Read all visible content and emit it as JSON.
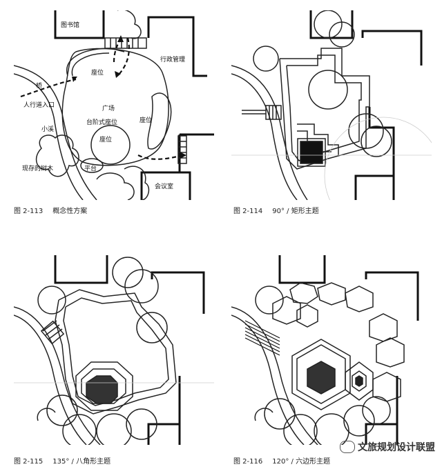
{
  "figures": [
    {
      "id": "fig-2-113",
      "number": "图 2-113",
      "title": "概念性方案",
      "labels": {
        "library": "图书馆",
        "admin": "行政管理",
        "seat_top": "座位",
        "bridge": "桥",
        "entrance": "人行道入口",
        "plaza": "广场",
        "stepped_seat": "台阶式座位",
        "seat_right": "座位",
        "creek": "小溪",
        "seat_center": "座位",
        "existing_tree": "现存的树木",
        "platform": "平台",
        "meeting": "会议室"
      }
    },
    {
      "id": "fig-2-114",
      "number": "图 2-114",
      "title": "90° / 矩形主题"
    },
    {
      "id": "fig-2-115",
      "number": "图 2-115",
      "title": "135° / 八角形主题"
    },
    {
      "id": "fig-2-116",
      "number": "图 2-116",
      "title": "120° / 六边形主题"
    }
  ],
  "watermark": "文旅规划设计联盟"
}
